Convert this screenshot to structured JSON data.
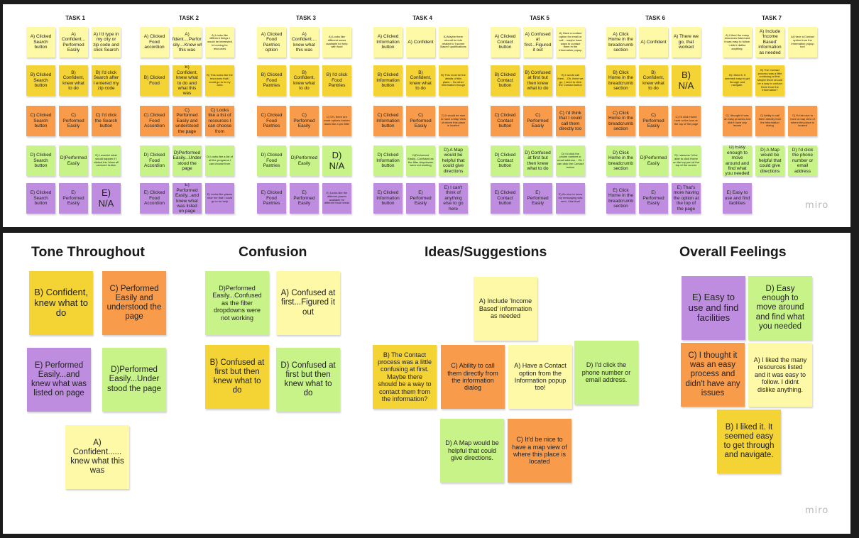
{
  "board_top": {
    "tasks": [
      {
        "title": "TASK 1",
        "notes": [
          {
            "t": "A) Clicked Search button",
            "c": "yellow"
          },
          {
            "t": "A) Confident... Performed Easily",
            "c": "yellow"
          },
          {
            "t": "A) I'd type in my city or zip code and click Search",
            "c": "yellow"
          },
          {
            "t": "B) Clicked Search button",
            "c": "gold"
          },
          {
            "t": "B) Confident, knew what to do",
            "c": "gold"
          },
          {
            "t": "B) I'd click Search after I entered my zip code",
            "c": "gold"
          },
          {
            "t": "C) Clicked Search button",
            "c": "orange"
          },
          {
            "t": "C) Performed Easily",
            "c": "orange"
          },
          {
            "t": "C) I'd click the Search button",
            "c": "orange"
          },
          {
            "t": "D) Clicked Search button",
            "c": "green"
          },
          {
            "t": "D)Performed Easily",
            "c": "green"
          },
          {
            "t": "D) I wonder what would happen if I clicked the 'show all services' button",
            "c": "green"
          },
          {
            "t": "E) Clicked Search button",
            "c": "purple"
          },
          {
            "t": "E) Performed Easily",
            "c": "purple"
          },
          {
            "t": "E) N/A",
            "c": "purple"
          }
        ]
      },
      {
        "title": "TASK 2",
        "notes": [
          {
            "t": "A) Clicked Food accordion",
            "c": "yellow"
          },
          {
            "t": "A) Confident....Performed Easily....Knew what this was",
            "c": "yellow"
          },
          {
            "t": "A) Looks like different things I would be interested in looking for resources",
            "c": "yellow"
          },
          {
            "t": "B) Clicked Food",
            "c": "gold"
          },
          {
            "t": "B) Confident, knew what to do and what this was",
            "c": "gold"
          },
          {
            "t": "B) This looks like the resources that I could go to in my area",
            "c": "gold"
          },
          {
            "t": "C) Clicked Food Accordion",
            "c": "orange"
          },
          {
            "t": "C) Performed Easily and understood the page",
            "c": "orange"
          },
          {
            "t": "C) Looks like a list of resources I can choose from",
            "c": "orange"
          },
          {
            "t": "D) Clicked Food Accordion",
            "c": "green"
          },
          {
            "t": "D)Performed Easily...Under stood the page",
            "c": "green"
          },
          {
            "t": "D) Looks like a list of all the programs I can choose from",
            "c": "green"
          },
          {
            "t": "E) Clicked Food Accordion",
            "c": "purple"
          },
          {
            "t": "E) Performed Easily...and knew what was listed on page",
            "c": "purple"
          },
          {
            "t": "E) Looks like places near me that I could go to for help",
            "c": "purple"
          }
        ]
      },
      {
        "title": "TASK 3",
        "notes": [
          {
            "t": "A) Clicked Food Pantries option",
            "c": "yellow"
          },
          {
            "t": "A) Confident.... knew what this was",
            "c": "yellow"
          },
          {
            "t": "A) Looks like different areas available for help with food",
            "c": "yellow"
          },
          {
            "t": "B) Clicked Food Pantries",
            "c": "gold"
          },
          {
            "t": "B) Confident, knew what to do",
            "c": "gold"
          },
          {
            "t": "B) I'd click Food Pantries",
            "c": "gold"
          },
          {
            "t": "C) Clicked Food Pantries",
            "c": "orange"
          },
          {
            "t": "C) Performed Easily",
            "c": "orange"
          },
          {
            "t": "C) Oh, there are more options broken down like a pre-filter",
            "c": "orange"
          },
          {
            "t": "D) Clicked Food Pantries",
            "c": "green"
          },
          {
            "t": "D)Performed Easily",
            "c": "green"
          },
          {
            "t": "D) N/A",
            "c": "green"
          },
          {
            "t": "E) Clicked Food Pantries",
            "c": "purple"
          },
          {
            "t": "E) Performed Easily",
            "c": "purple"
          },
          {
            "t": "E) Looks like the different places available for different food needs",
            "c": "purple"
          }
        ]
      },
      {
        "title": "TASK 4",
        "notes": [
          {
            "t": "A) Clicked Information button",
            "c": "yellow"
          },
          {
            "t": "A) Confident",
            "c": "yellow"
          },
          {
            "t": "A) Maybe there should be info related to 'Income Based' qualifications",
            "c": "yellow"
          },
          {
            "t": "B) Clicked Information button",
            "c": "gold"
          },
          {
            "t": "B) Confident, knew what to do",
            "c": "gold"
          },
          {
            "t": "B) This must be the details of this place... No other information though",
            "c": "gold"
          },
          {
            "t": "C) Clicked Information button",
            "c": "orange"
          },
          {
            "t": "C) Performed Easily",
            "c": "orange"
          },
          {
            "t": "C) It would be nice to have a Map View of where this place is located",
            "c": "orange"
          },
          {
            "t": "D) Clicked Information button",
            "c": "green"
          },
          {
            "t": "D)Performed Easily...Confused as the filter dropdowns were not working",
            "c": "green"
          },
          {
            "t": "D) A Map would be helpful that could give directions",
            "c": "green"
          },
          {
            "t": "E) Clicked Information button",
            "c": "purple"
          },
          {
            "t": "E) Performed Easily",
            "c": "purple"
          },
          {
            "t": "E) I can't think of anything else to go here",
            "c": "purple"
          }
        ]
      },
      {
        "title": "TASK 5",
        "notes": [
          {
            "t": "A) Clicked Contact button",
            "c": "yellow"
          },
          {
            "t": "A) Confused at first...Figured it out",
            "c": "yellow"
          },
          {
            "t": "A) Have a contact option for email or call... maybe have ways to contact them in the information popup",
            "c": "yellow"
          },
          {
            "t": "B) Clicked Contact button",
            "c": "gold"
          },
          {
            "t": "B) Confused at first but then knew what to do",
            "c": "gold"
          },
          {
            "t": "B) I would call them....Oh, there we go, I need to click the Contact button",
            "c": "gold"
          },
          {
            "t": "C) Clicked Contact button",
            "c": "orange"
          },
          {
            "t": "C) Performed Easily",
            "c": "orange"
          },
          {
            "t": "C) I'd think that I could call them directly too",
            "c": "orange"
          },
          {
            "t": "D) Clicked Contact button",
            "c": "green"
          },
          {
            "t": "D) Confused at first but then knew what to do",
            "c": "green"
          },
          {
            "t": "D) I'd click the phone number or email address... Oh I can click the Contact button",
            "c": "green"
          },
          {
            "t": "E) Clicked Contact button",
            "c": "purple"
          },
          {
            "t": "E) Performed Easily",
            "c": "purple"
          },
          {
            "t": "E) It's nice to know my messaging was sent, I like that!",
            "c": "purple"
          }
        ]
      },
      {
        "title": "TASK 6",
        "notes": [
          {
            "t": "A) Click Home in the breadcrumb section",
            "c": "yellow"
          },
          {
            "t": "A) Confident",
            "c": "yellow"
          },
          {
            "t": "A) There we go, that worked",
            "c": "yellow"
          },
          {
            "t": "B) Click Home in the breadcrumb section",
            "c": "gold"
          },
          {
            "t": "B) Confident, knew what to do",
            "c": "gold"
          },
          {
            "t": "B) N/A",
            "c": "gold"
          },
          {
            "t": "C) Click Home in the breadcrumb section",
            "c": "orange"
          },
          {
            "t": "C) Performed Easily",
            "c": "orange"
          },
          {
            "t": "C) I'd click Home here or the icon at the top of the page",
            "c": "orange"
          },
          {
            "t": "D) Click Home in the breadcrumb section",
            "c": "green"
          },
          {
            "t": "D)Performed Easily",
            "c": "green"
          },
          {
            "t": "D) I assume I'd be able to click Home on the top part of the top of the screen",
            "c": "green"
          },
          {
            "t": "E) Click Home in the breadcrumb section",
            "c": "purple"
          },
          {
            "t": "E) Performed Easily",
            "c": "purple"
          },
          {
            "t": "E) That's more having the option at the top of the page",
            "c": "purple"
          }
        ]
      },
      {
        "title": "TASK 7",
        "notes": [
          {
            "t": "A) I liked the many resources listed and it was easy to follow. I didn't dislike anything.",
            "c": "yellow"
          },
          {
            "t": "A) Include 'Income Based' information as needed",
            "c": "yellow"
          },
          {
            "t": "A) Have a Contact option from the Information popup too!",
            "c": "yellow"
          },
          {
            "t": "B) I liked it. It seemed easy to get through and navigate.",
            "c": "gold"
          },
          {
            "t": "B) The Contact process was a little confusing at first. Maybe there should be a way to contact them from the information?",
            "c": "gold"
          },
          {
            "t": "",
            "c": "none"
          },
          {
            "t": "C) I thought it was an easy process and didn't have any issues",
            "c": "orange"
          },
          {
            "t": "C) Ability to call them directly from the information dialog",
            "c": "orange"
          },
          {
            "t": "C) It'd be nice to have a map view of where this place is located",
            "c": "orange"
          },
          {
            "t": "D) Easy enough to move around and find what you needed",
            "c": "green"
          },
          {
            "t": "D) A Map would be helpful that could give directions",
            "c": "green"
          },
          {
            "t": "D) I'd click the phone number or email address",
            "c": "green"
          },
          {
            "t": "E) Easy to use and find facilities",
            "c": "purple"
          },
          {
            "t": "",
            "c": "none"
          },
          {
            "t": "",
            "c": "none"
          }
        ]
      }
    ],
    "watermark": "miro"
  },
  "board_bottom": {
    "headings": [
      "Tone Throughout",
      "Confusion",
      "Ideas/Suggestions",
      "Overall Feelings"
    ],
    "tone": [
      {
        "t": "B) Confident, knew what to do",
        "c": "gold"
      },
      {
        "t": "C) Performed Easily and understood the page",
        "c": "orange"
      },
      {
        "t": "E) Performed Easily...and knew what was listed on page",
        "c": "purple"
      },
      {
        "t": "D)Performed Easily...Under stood the page",
        "c": "green"
      },
      {
        "t": "A) Confident...... knew what this was",
        "c": "yellow"
      }
    ],
    "confusion": [
      {
        "t": "D)Performed Easily...Confused as the filter dropdowns were not working",
        "c": "green"
      },
      {
        "t": "A) Confused at first...Figured it out",
        "c": "yellow"
      },
      {
        "t": "B) Confused at first but then knew what to do",
        "c": "gold"
      },
      {
        "t": "D) Confused at first but then knew what to do",
        "c": "green"
      }
    ],
    "ideas": [
      {
        "t": "A) Include 'Income Based' information as needed",
        "c": "yellow"
      },
      {
        "t": "B) The Contact process was a little confusing at first. Maybe there should be a way to contact them from the information?",
        "c": "gold"
      },
      {
        "t": "C) Ability to call them directly from the information dialog",
        "c": "orange"
      },
      {
        "t": "A) Have a Contact option from the Information popup too!",
        "c": "yellow"
      },
      {
        "t": "D) I'd click the phone number or email address.",
        "c": "green"
      },
      {
        "t": "D) A Map would be helpful that could give directions.",
        "c": "green"
      },
      {
        "t": "C) It'd be nice to have a map view of where this place is located",
        "c": "orange"
      }
    ],
    "overall": [
      {
        "t": "E) Easy to use and find facilities",
        "c": "purple"
      },
      {
        "t": "D) Easy enough to move around and find what you needed",
        "c": "green"
      },
      {
        "t": "C) I thought it was an easy process and didn't have any issues",
        "c": "orange"
      },
      {
        "t": "A) I liked the many resources listed and it was easy to follow. I didnt dislike anything.",
        "c": "yellow"
      },
      {
        "t": "B) I liked it. It seemed easy to get through and navigate.",
        "c": "gold"
      }
    ],
    "watermark": "miro"
  },
  "colors": {
    "yellow": "#fdf9a6",
    "gold": "#f4d335",
    "orange": "#f89c4c",
    "green": "#c8f389",
    "purple": "#bf8de0"
  }
}
